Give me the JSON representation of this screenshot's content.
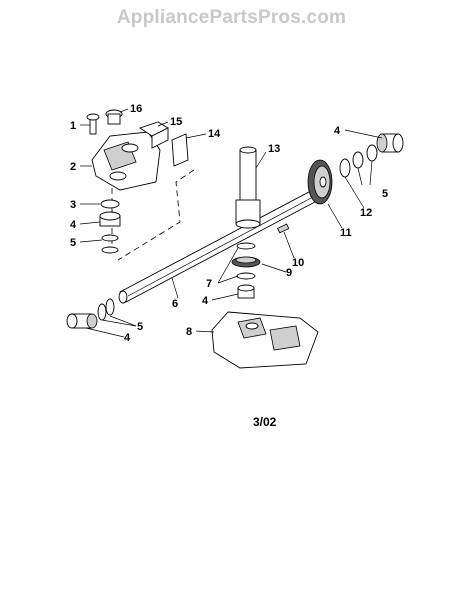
{
  "watermark": "AppliancePartsPros.com",
  "date_code": "3/02",
  "callouts": {
    "c1": "1",
    "c2": "2",
    "c3": "3",
    "c4a": "4",
    "c4b": "4",
    "c4c": "4",
    "c4d": "4",
    "c5a": "5",
    "c5b": "5",
    "c5c": "5",
    "c6": "6",
    "c7": "7",
    "c8": "8",
    "c9": "9",
    "c10": "10",
    "c11": "11",
    "c12": "12",
    "c13": "13",
    "c14": "14",
    "c15": "15",
    "c16": "16"
  }
}
